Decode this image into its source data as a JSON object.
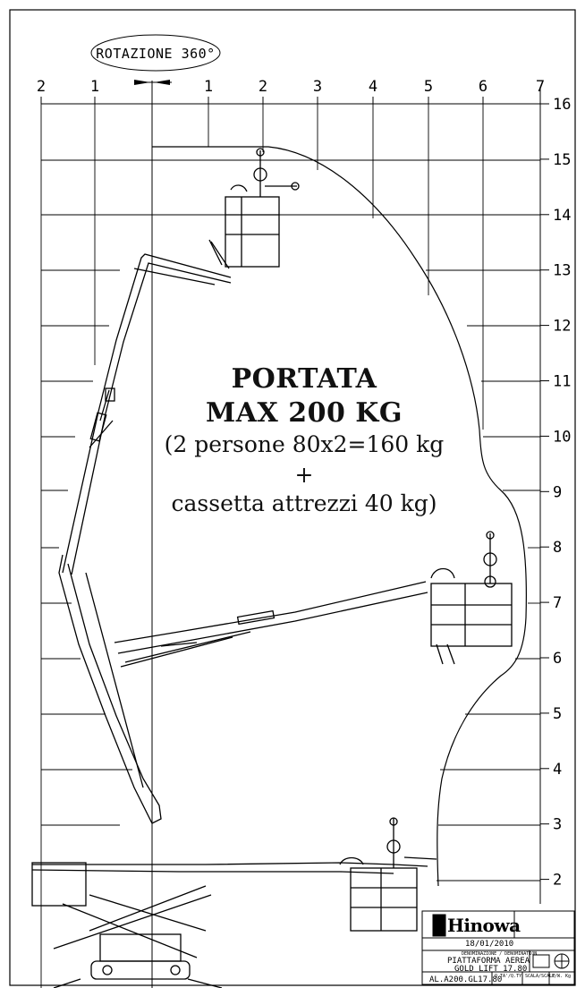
{
  "rotation_label": "ROTAZIONE 360°",
  "x_axis_ticks": [
    "2",
    "1",
    "1",
    "2",
    "3",
    "4",
    "5",
    "6",
    "7"
  ],
  "y_axis_ticks": [
    "16",
    "15",
    "14",
    "13",
    "12",
    "11",
    "10",
    "9",
    "8",
    "7",
    "6",
    "5",
    "4",
    "3",
    "2"
  ],
  "capacity": {
    "line1": "PORTATA",
    "line2": "MAX 200 KG",
    "line3": "(2 persone 80x2=160 kg",
    "line4": "+",
    "line5": "cassetta attrezzi 40 kg)"
  },
  "title_block": {
    "logo_text": "Hinowa",
    "date": "18/01/2010",
    "description_header": "DENOMINAZIONE / DENOMINATION",
    "title_line1": "PIATTAFORMA AEREA",
    "title_line2": "GOLD LIFT 17.80",
    "code": "AL.A200.GL17.80",
    "qty_header": "Q.TA'/Q.TY",
    "scale_header": "SCALA/SCALE",
    "weight_header": "P/W. Kg"
  },
  "colors": {
    "ink": "#000000",
    "paper": "#ffffff"
  }
}
